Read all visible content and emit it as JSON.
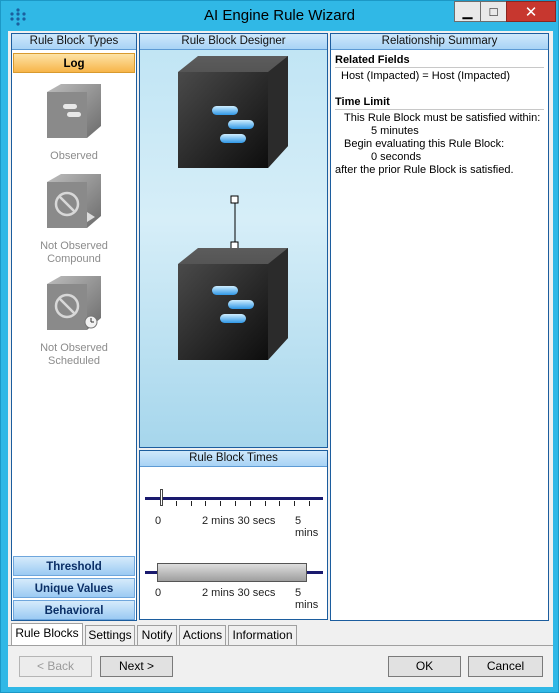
{
  "window": {
    "title": "AI Engine Rule Wizard",
    "close_glyph": "✕",
    "min_glyph": "▁",
    "max_glyph": "□"
  },
  "left_panel": {
    "title": "Rule Block Types",
    "categories": [
      "Log",
      "Threshold",
      "Unique Values",
      "Behavioral"
    ],
    "blocks": [
      {
        "label_lines": [
          "Observed"
        ],
        "icon": "observed-cube-icon"
      },
      {
        "label_lines": [
          "Not Observed",
          "Compound"
        ],
        "icon": "not-observed-compound-icon"
      },
      {
        "label_lines": [
          "Not Observed",
          "Scheduled"
        ],
        "icon": "not-observed-scheduled-icon"
      }
    ]
  },
  "designer": {
    "title": "Rule Block Designer"
  },
  "times": {
    "title": "Rule Block Times",
    "timelines": [
      {
        "labels": [
          "0",
          "2 mins 30 secs",
          "5 mins"
        ],
        "marker": 0
      },
      {
        "labels": [
          "0",
          "2 mins 30 secs",
          "5 mins"
        ],
        "range": [
          0,
          1
        ]
      }
    ]
  },
  "summary": {
    "title": "Relationship Summary",
    "related_fields_heading": "Related Fields",
    "related_fields_text": "Host (Impacted) = Host (Impacted)",
    "time_limit_heading": "Time Limit",
    "time_limit_line1": "This Rule Block must be satisfied within:",
    "time_limit_line2": "5 minutes",
    "time_limit_line3": "Begin evaluating this Rule Block:",
    "time_limit_line4": "0 seconds",
    "time_limit_line5": "after the prior Rule Block is satisfied."
  },
  "tabs": [
    "Rule Blocks",
    "Settings",
    "Notify",
    "Actions",
    "Information"
  ],
  "buttons": {
    "back": "< Back",
    "next": "Next >",
    "ok": "OK",
    "cancel": "Cancel"
  }
}
